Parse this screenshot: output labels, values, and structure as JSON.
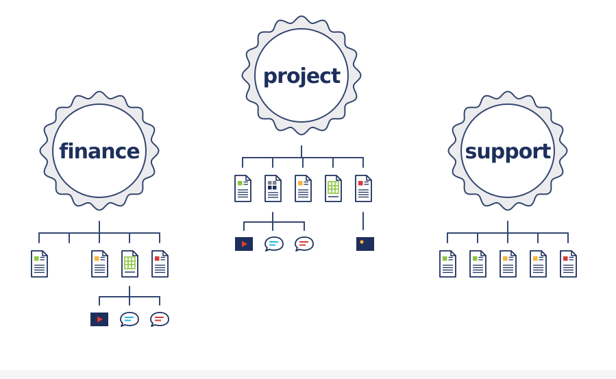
{
  "colors": {
    "navy": "#1d2f5c",
    "line": "#34466f",
    "badge_fill": "#ececee",
    "green": "#8cc63f",
    "orange": "#f6b43a",
    "red": "#d63a3a",
    "gray": "#7f8590",
    "cyan": "#27b5e5",
    "video_red": "#e23b33",
    "dot_yellow": "#f5b53a",
    "doc_lines": "#1d2f5c"
  },
  "groups": [
    {
      "id": "finance",
      "label": "finance",
      "documents": [
        {
          "icon": "doc-green-icon"
        },
        {
          "icon": "doc-orange-icon"
        },
        {
          "icon": "spreadsheet-green-icon"
        },
        {
          "icon": "doc-red-icon"
        }
      ],
      "attachments": [
        {
          "icon": "video-icon"
        },
        {
          "icon": "chat-blue-icon"
        },
        {
          "icon": "chat-red-icon"
        }
      ]
    },
    {
      "id": "project",
      "label": "project",
      "documents": [
        {
          "icon": "doc-green-icon"
        },
        {
          "icon": "doc-gray-grid-icon"
        },
        {
          "icon": "doc-orange-icon"
        },
        {
          "icon": "spreadsheet-green-icon"
        },
        {
          "icon": "doc-red-icon"
        }
      ],
      "attachments": [
        {
          "icon": "video-icon"
        },
        {
          "icon": "chat-blue-icon"
        },
        {
          "icon": "chat-red-icon"
        },
        {
          "icon": "image-icon"
        }
      ]
    },
    {
      "id": "support",
      "label": "support",
      "documents": [
        {
          "icon": "doc-green-icon"
        },
        {
          "icon": "doc-green-icon"
        },
        {
          "icon": "doc-orange-icon"
        },
        {
          "icon": "doc-orange-icon"
        },
        {
          "icon": "doc-red-icon"
        }
      ],
      "attachments": []
    }
  ]
}
